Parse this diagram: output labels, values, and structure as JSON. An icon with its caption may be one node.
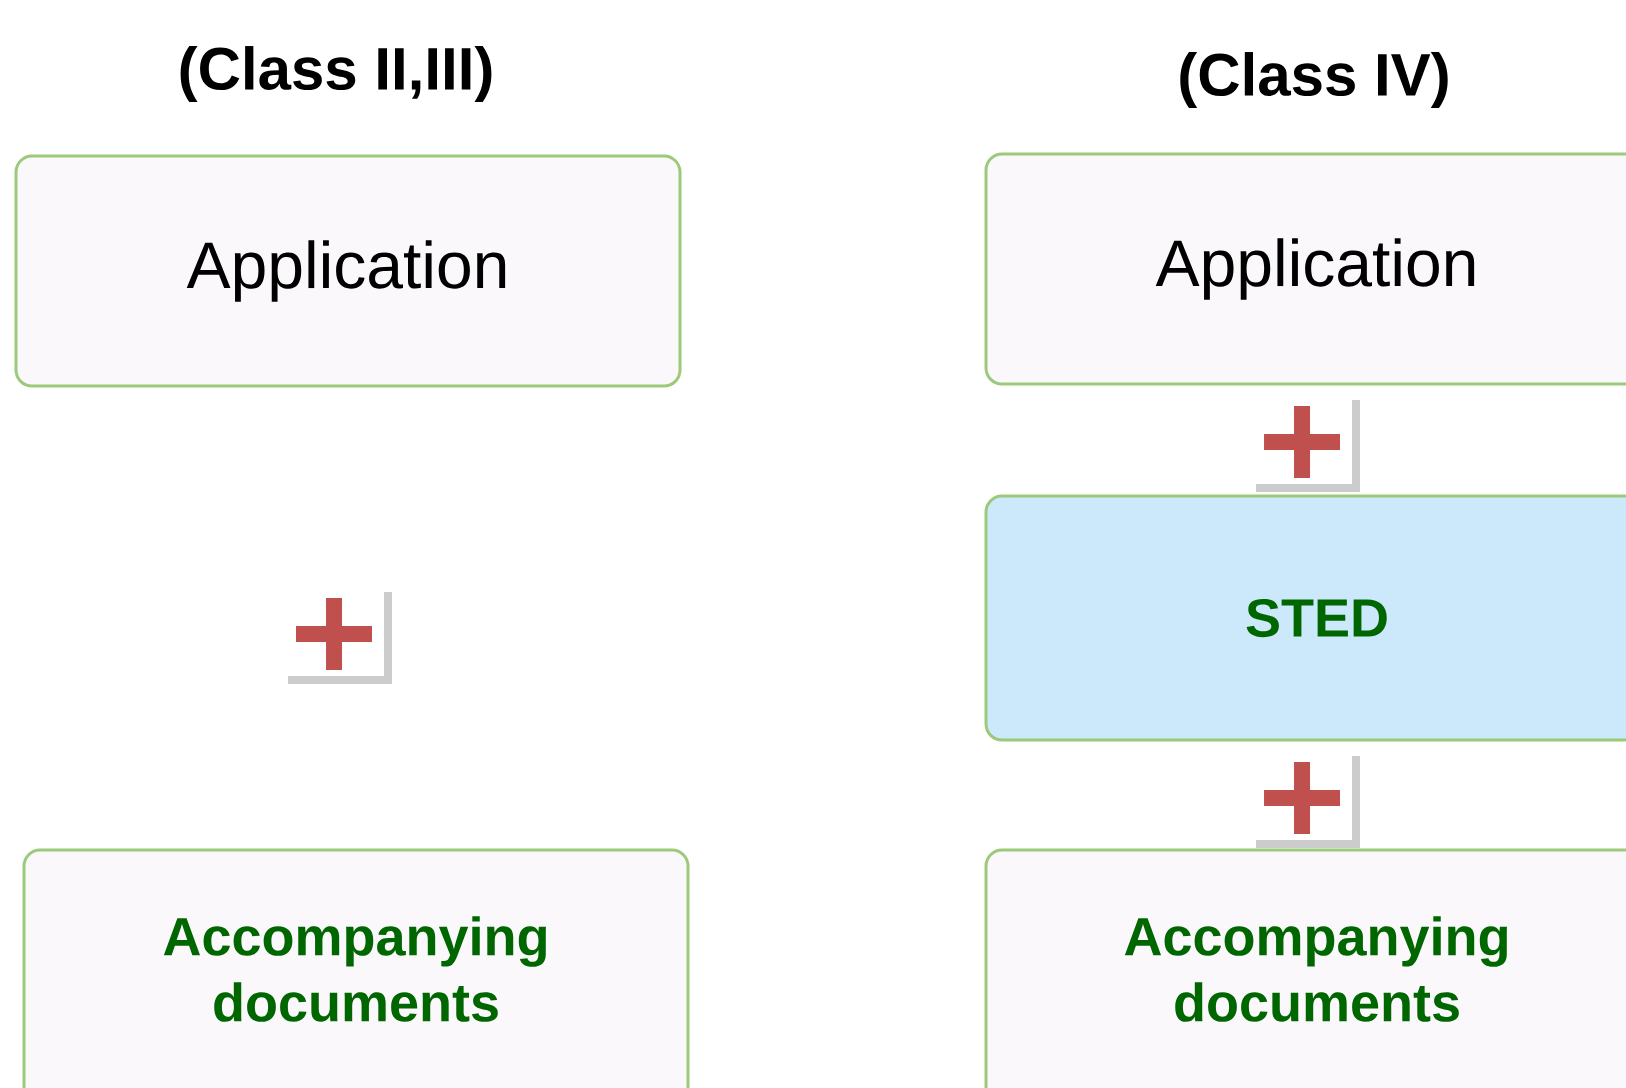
{
  "diagram": {
    "nodes": [
      {
        "text": [
          "Application"
        ]
      },
      {
        "text": [
          "Accompanying documents"
        ]
      },
      {
        "text": [
          "Application"
        ]
      },
      {
        "text": [
          "STED"
        ]
      },
      {
        "text": [
          "Accompanying documents"
        ]
      }
    ],
    "labels": [
      "(Class II,III)",
      "(Class IV)"
    ]
  }
}
